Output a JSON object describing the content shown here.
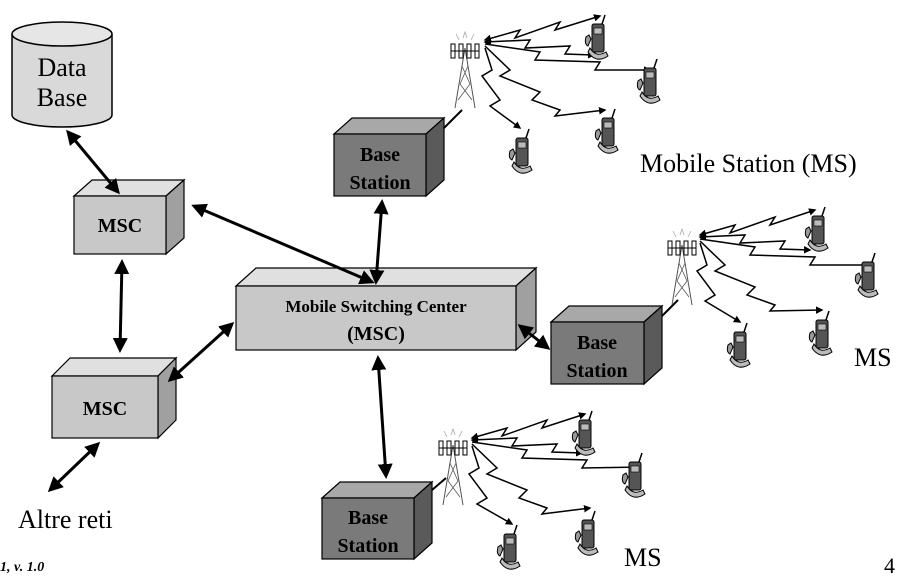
{
  "database": {
    "label_line1": "Data",
    "label_line2": "Base"
  },
  "msc_top": {
    "label": "MSC"
  },
  "msc_bottom": {
    "label": "MSC"
  },
  "central_msc": {
    "label_line1": "Mobile Switching Center",
    "label_line2": "(MSC)"
  },
  "base_stations": [
    {
      "line1": "Base",
      "line2": "Station"
    },
    {
      "line1": "Base",
      "line2": "Station"
    },
    {
      "line1": "Base",
      "line2": "Station"
    }
  ],
  "labels": {
    "mobile_station": "Mobile Station (MS)",
    "ms_right": "MS",
    "ms_bottom": "MS",
    "other_networks": "Altre reti"
  },
  "footer": {
    "left": "1, v. 1.0",
    "page_number": "4"
  },
  "colors": {
    "box_light": "#c8c8c8",
    "box_dark": "#7a7a7a",
    "db_fill": "#d9d9d9",
    "line": "#000000"
  }
}
